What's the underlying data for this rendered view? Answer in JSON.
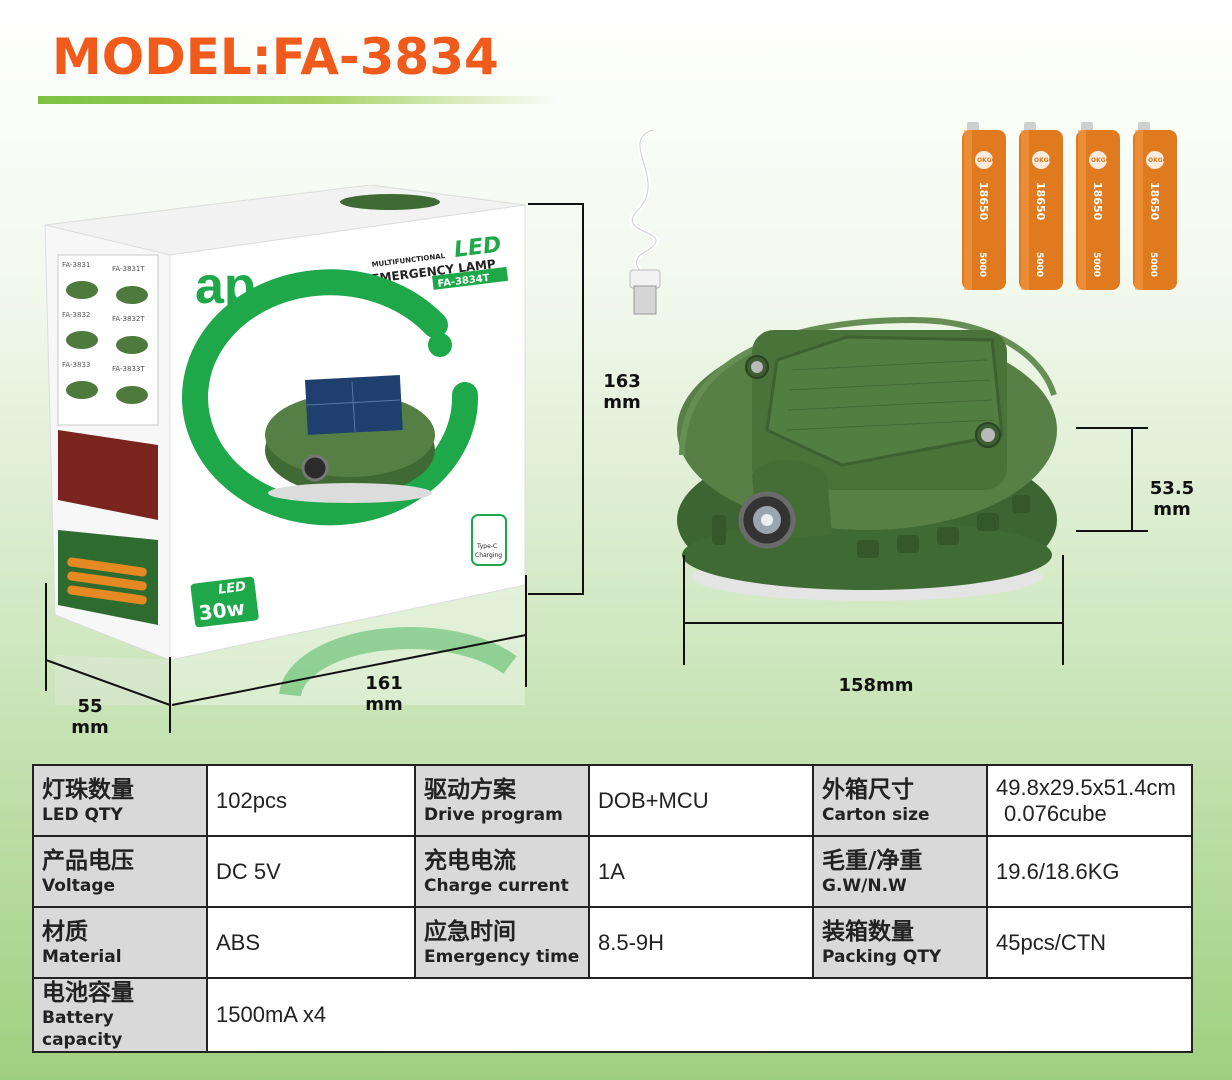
{
  "model_title": "MODEL:FA-3834",
  "box": {
    "headline_small": "MULTIFUNCTIONAL",
    "headline_led": "LED",
    "headline_main": "EMERGENCY LAMP",
    "model_code": "FA-3834T",
    "brand": "ap",
    "type_c": "Type-C",
    "type_c_sub": "Charging",
    "power_led": "LED",
    "power_w": "30w",
    "variant_labels": [
      "FA-3831",
      "FA-3831T",
      "FA-3832",
      "FA-3832T",
      "FA-3833",
      "FA-3833T"
    ]
  },
  "dimensions": {
    "box_height": "163",
    "box_height_unit": "mm",
    "box_width": "161",
    "box_width_unit": "mm",
    "box_depth": "55",
    "box_depth_unit": "mm",
    "lamp_width": "158mm",
    "lamp_height": "53.5",
    "lamp_height_unit": "mm"
  },
  "battery": {
    "brand": "OKGO",
    "model": "18650",
    "capacity": "5000",
    "count": 4,
    "color": "#e07a1f"
  },
  "specs": [
    [
      {
        "cn": "灯珠数量",
        "en": "LED QTY",
        "value": "102pcs"
      },
      {
        "cn": "驱动方案",
        "en": "Drive program",
        "value": "DOB+MCU"
      },
      {
        "cn": "外箱尺寸",
        "en": "Carton  size",
        "value": "49.8x29.5x51.4cm",
        "value2": "0.076cube"
      }
    ],
    [
      {
        "cn": "产品电压",
        "en": "Voltage",
        "value": "DC 5V"
      },
      {
        "cn": "充电电流",
        "en": "Charge current",
        "value": "1A"
      },
      {
        "cn": "毛重/净重",
        "en": "G.W/N.W",
        "value": "19.6/18.6KG"
      }
    ],
    [
      {
        "cn": "材质",
        "en": "Material",
        "value": "ABS"
      },
      {
        "cn": "应急时间",
        "en": "Emergency time",
        "value": "8.5-9H"
      },
      {
        "cn": "装箱数量",
        "en": "Packing QTY",
        "value": "45pcs/CTN"
      }
    ],
    [
      {
        "cn": "电池容量",
        "en": "Battery capacity",
        "value": "1500mA x4"
      }
    ]
  ],
  "colors": {
    "title": "#f05a1a",
    "brand_green": "#1ea84a",
    "lamp_green": "#4e7a3e"
  }
}
